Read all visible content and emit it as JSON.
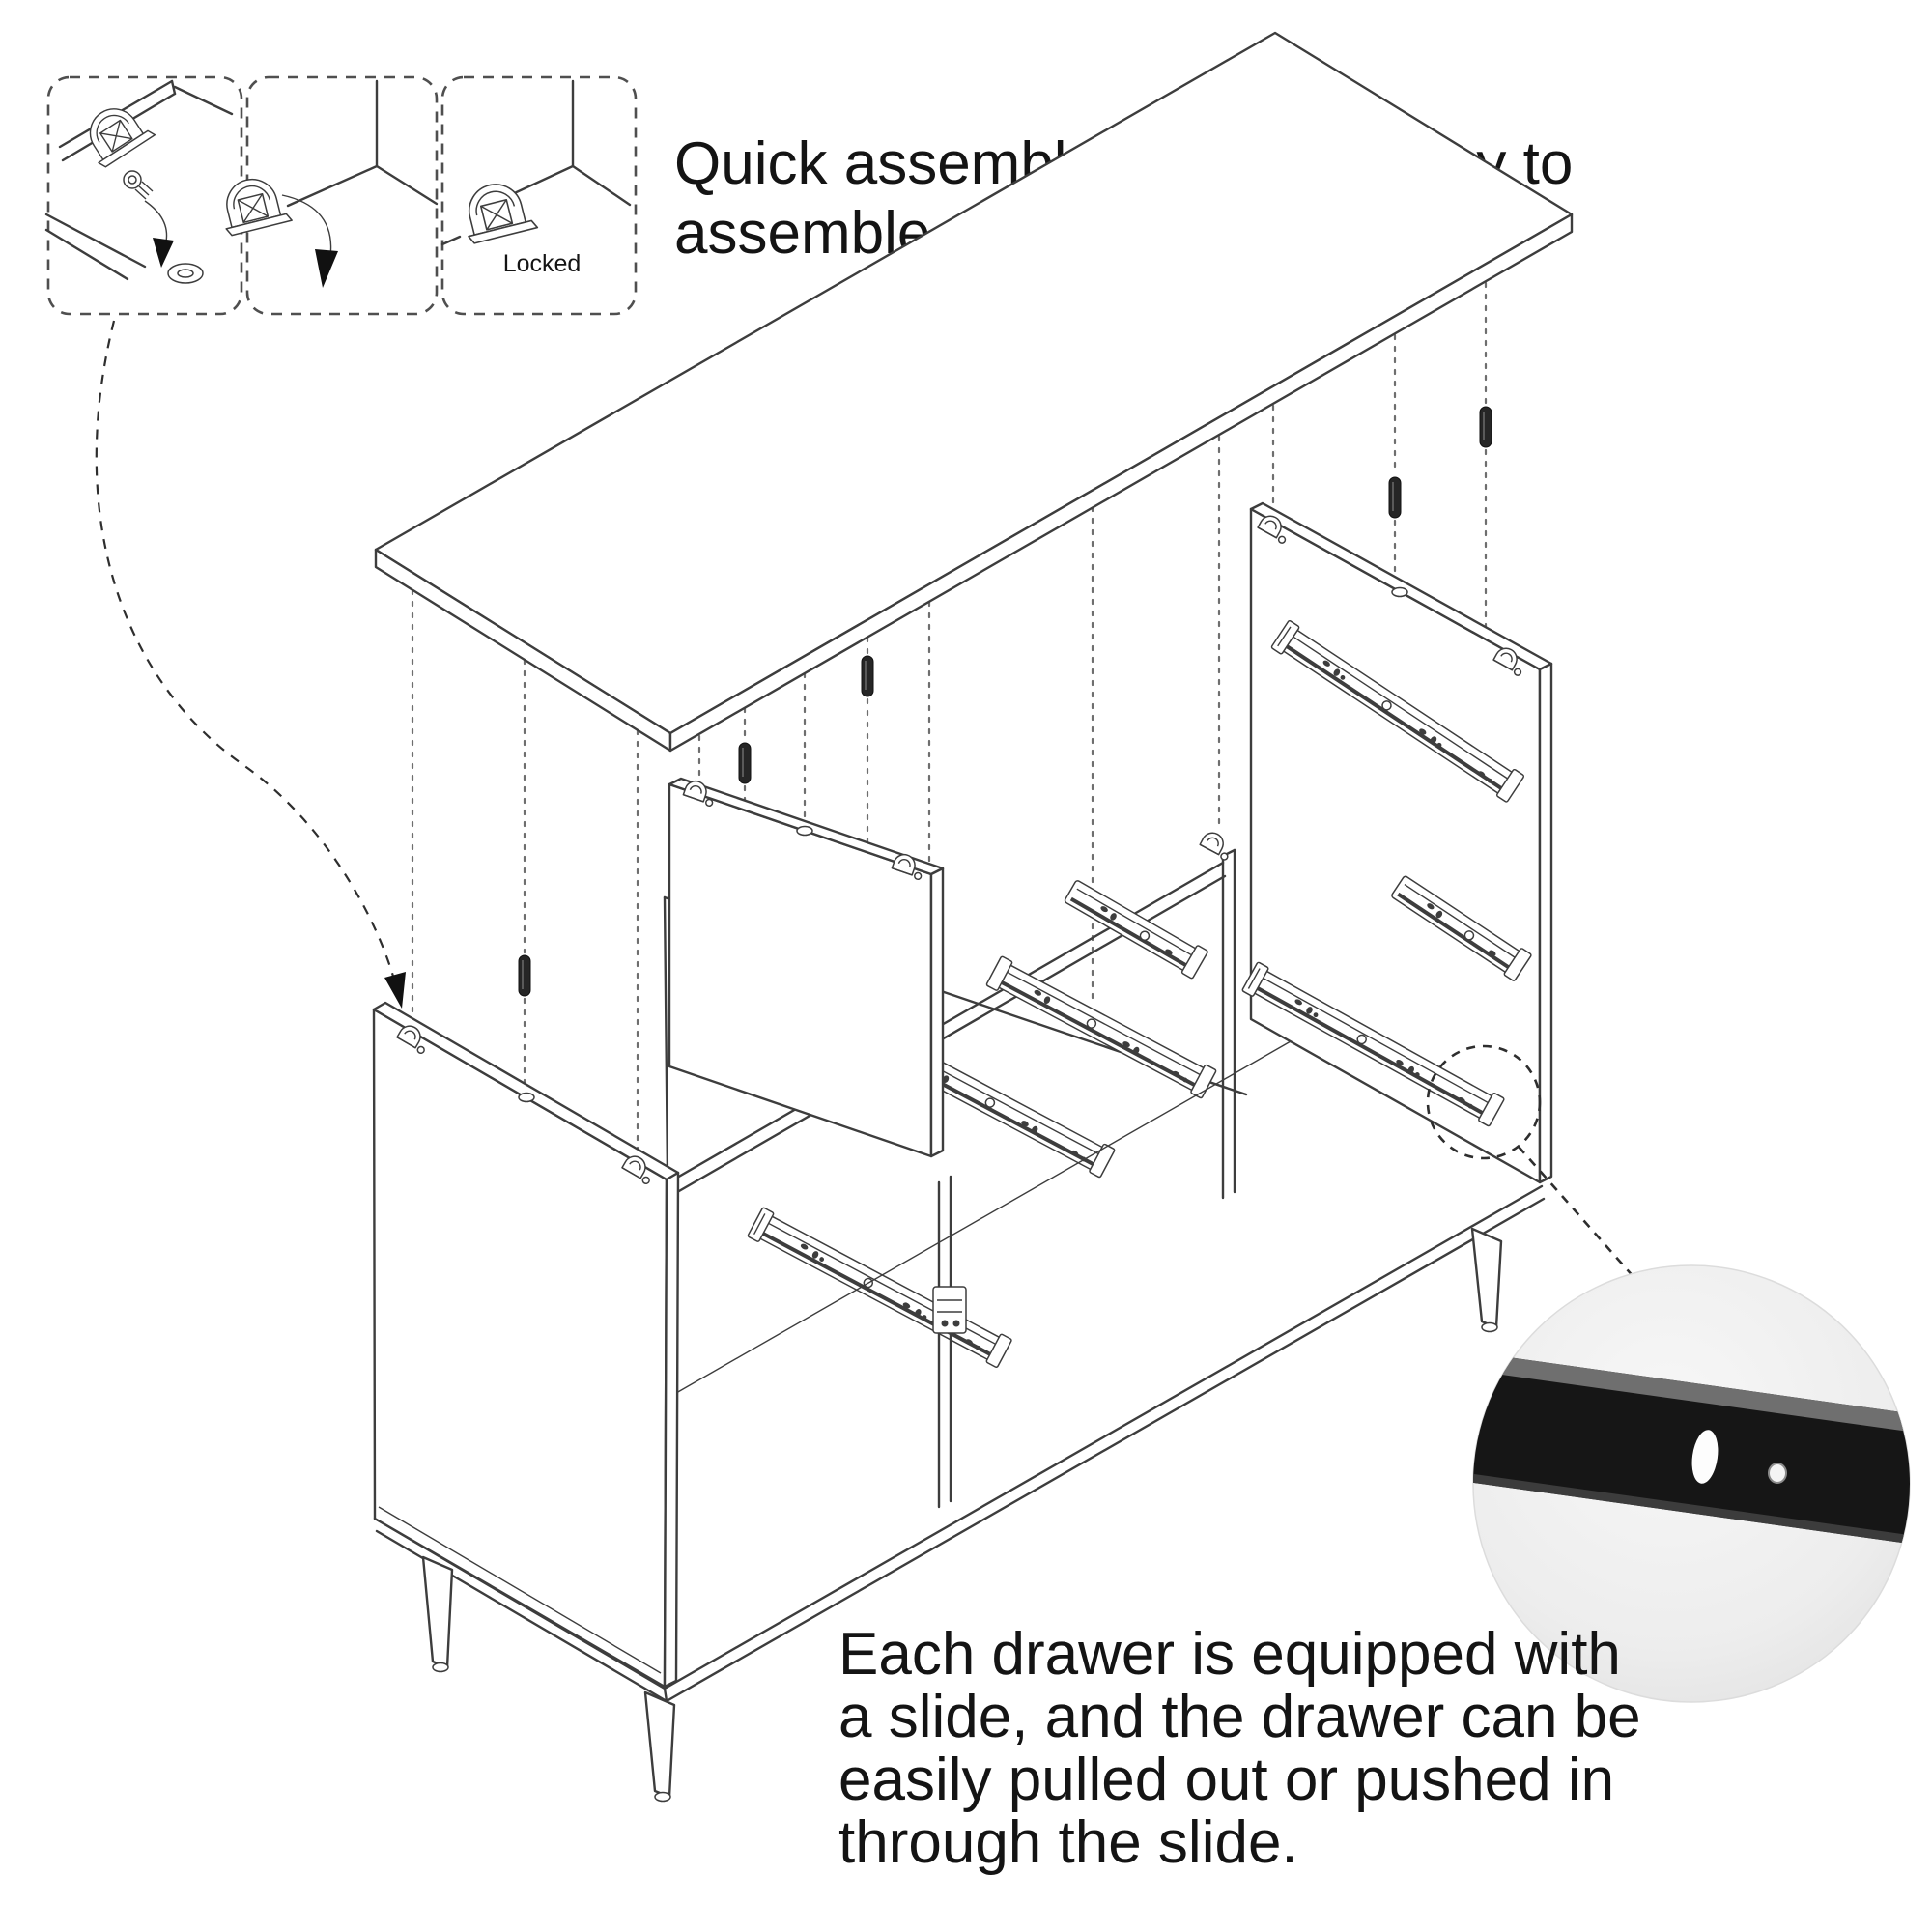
{
  "headline": {
    "line1": "Quick assembly structure, easy to",
    "line2": "assemble products"
  },
  "assembly_steps": {
    "step1": {
      "name": "insert-cam-bolt",
      "label": ""
    },
    "step2": {
      "name": "place-cam-fitting",
      "label": ""
    },
    "step3": {
      "name": "cam-locked",
      "label": "Locked"
    }
  },
  "callout_paragraph": {
    "line1": "Each drawer is equipped with",
    "line2": "a slide, and the drawer can be",
    "line3": "easily pulled out or pushed in",
    "line4": "through the slide.",
    "full_text": "Each drawer is equipped with a slide, and the drawer can be easily pulled out or pushed in through the slide."
  },
  "diagram": {
    "type": "exploded-isometric-cabinet",
    "parts": [
      "top-panel",
      "left-side-panel",
      "right-side-panel",
      "drawer-partition",
      "center-partition",
      "middle-shelf",
      "bottom-panel",
      "drawer-slides",
      "dowel-pins",
      "cam-fittings",
      "tapered-legs"
    ],
    "slide_count_visible": 7,
    "inset": {
      "shows": "black drawer slide rail close-up with oval mounting hole and round screw hole"
    }
  },
  "colors": {
    "background": "#ffffff",
    "line": "#3d3d3d",
    "guide_dash": "#6e6e6e",
    "text": "#141414",
    "pin": "#262626",
    "inset_background": "#eeeeee",
    "inset_rail": "#161616"
  }
}
